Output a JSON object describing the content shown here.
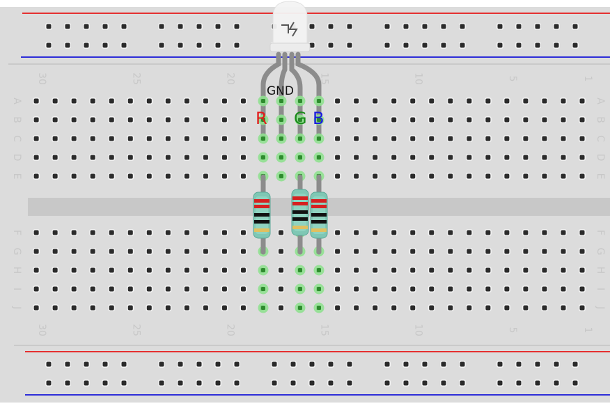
{
  "breadboard": {
    "column_numbers": [
      "30",
      "25",
      "20",
      "15",
      "10",
      "5",
      "1"
    ],
    "column_number_values": [
      30,
      25,
      20,
      15,
      10,
      5,
      1
    ],
    "top_rows": [
      "A",
      "B",
      "C",
      "D",
      "E"
    ],
    "bottom_rows": [
      "F",
      "G",
      "H",
      "I",
      "J"
    ],
    "colors": {
      "board": "#dcdcdc",
      "board_dark": "#c8c8c8",
      "hole": "#2b2b2b",
      "rail_red": "#e53030",
      "rail_blue": "#2d2dd8",
      "active_hole": "#8fe08f"
    }
  },
  "led": {
    "labels": {
      "gnd": "GND",
      "red": "R",
      "green": "G",
      "blue": "B"
    },
    "label_colors": {
      "gnd": "#111111",
      "red": "#e31b1b",
      "green": "#1a8a1a",
      "blue": "#1a1ae0"
    }
  },
  "resistors": [
    {
      "bands": [
        "#d62020",
        "#d62020",
        "#111111",
        "#111111",
        "#e0c060"
      ]
    },
    {
      "bands": [
        "#d62020",
        "#d62020",
        "#111111",
        "#111111",
        "#e0c060"
      ]
    },
    {
      "bands": [
        "#d62020",
        "#d62020",
        "#111111",
        "#111111",
        "#e0c060"
      ]
    }
  ]
}
